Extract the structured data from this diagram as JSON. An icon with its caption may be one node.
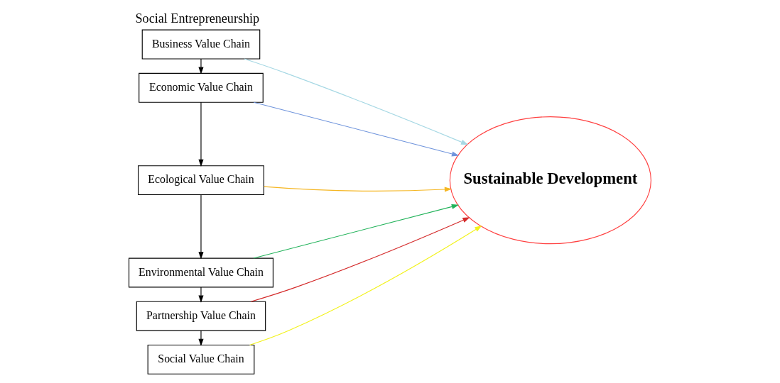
{
  "diagram": {
    "title": "Social Entrepreneurship",
    "nodes": [
      {
        "text": [
          "Business Value Chain"
        ]
      },
      {
        "text": [
          "Economic Value Chain"
        ]
      },
      {
        "text": [
          "Ecological Value Chain"
        ]
      },
      {
        "text": [
          "Environmental Value Chain"
        ]
      },
      {
        "text": [
          "Partnership Value Chain"
        ]
      },
      {
        "text": [
          "Social Value Chain"
        ]
      },
      {
        "text": [
          "Sustainable Development"
        ]
      }
    ],
    "edges": [
      {
        "from": 0,
        "to": 1,
        "arrow": "to",
        "color": "#000000"
      },
      {
        "from": 1,
        "to": 2,
        "arrow": "to",
        "color": "#000000"
      },
      {
        "from": 2,
        "to": 3,
        "arrow": "to",
        "color": "#000000"
      },
      {
        "from": 3,
        "to": 4,
        "arrow": "to",
        "color": "#000000"
      },
      {
        "from": 4,
        "to": 5,
        "arrow": "to",
        "color": "#000000"
      },
      {
        "from": 0,
        "to": 6,
        "arrow": "to",
        "color": "#a6d8e4"
      },
      {
        "from": 1,
        "to": 6,
        "arrow": "to",
        "color": "#6f94dc"
      },
      {
        "from": 2,
        "to": 6,
        "arrow": "to",
        "color": "#f5b622"
      },
      {
        "from": 3,
        "to": 6,
        "arrow": "to",
        "color": "#22b35a"
      },
      {
        "from": 4,
        "to": 6,
        "arrow": "to",
        "color": "#d42a2a"
      },
      {
        "from": 5,
        "to": 6,
        "arrow": "to",
        "color": "#f2f21a"
      }
    ]
  }
}
